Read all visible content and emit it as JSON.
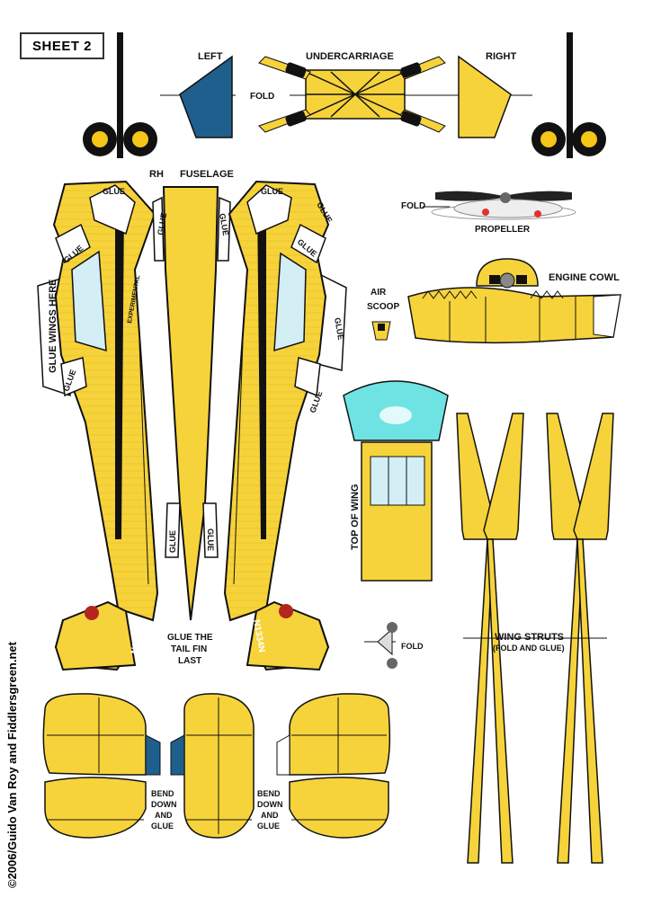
{
  "sheet": {
    "label": "SHEET  2"
  },
  "labels": {
    "left": "LEFT",
    "undercarriage": "UNDERCARRIAGE",
    "right": "RIGHT",
    "fold": "FOLD",
    "rh": "RH",
    "fuselage": "FUSELAGE",
    "propeller": "PROPELLER",
    "engine_cowl": "ENGINE COWL",
    "air": "AIR",
    "scoop": "SCOOP",
    "top_of_wing": "TOP OF WING",
    "glue": "GLUE",
    "glue_wings_here": "GLUE WINGS HERE",
    "experimental": "EXPERIMENTAL",
    "glue_tail_1": "GLUE THE",
    "glue_tail_2": "TAIL FIN",
    "glue_tail_3": "LAST",
    "wing_struts": "WING STRUTS",
    "fold_and_glue": "(FOLD AND GLUE)",
    "bend_1": "BEND",
    "bend_2": "DOWN",
    "bend_3": "AND",
    "bend_4": "GLUE",
    "registration": "N1334N",
    "copyright": "©2006/Guido Van Roy and Fiddlersgreen.net"
  },
  "colors": {
    "paper_yellow": "#f6d33a",
    "light_yellow": "#f9e07a",
    "outline": "#111111",
    "blue_panel": "#1f5f8e",
    "window_blue": "#d3eef5",
    "canopy_cyan": "#6fe3e3"
  }
}
